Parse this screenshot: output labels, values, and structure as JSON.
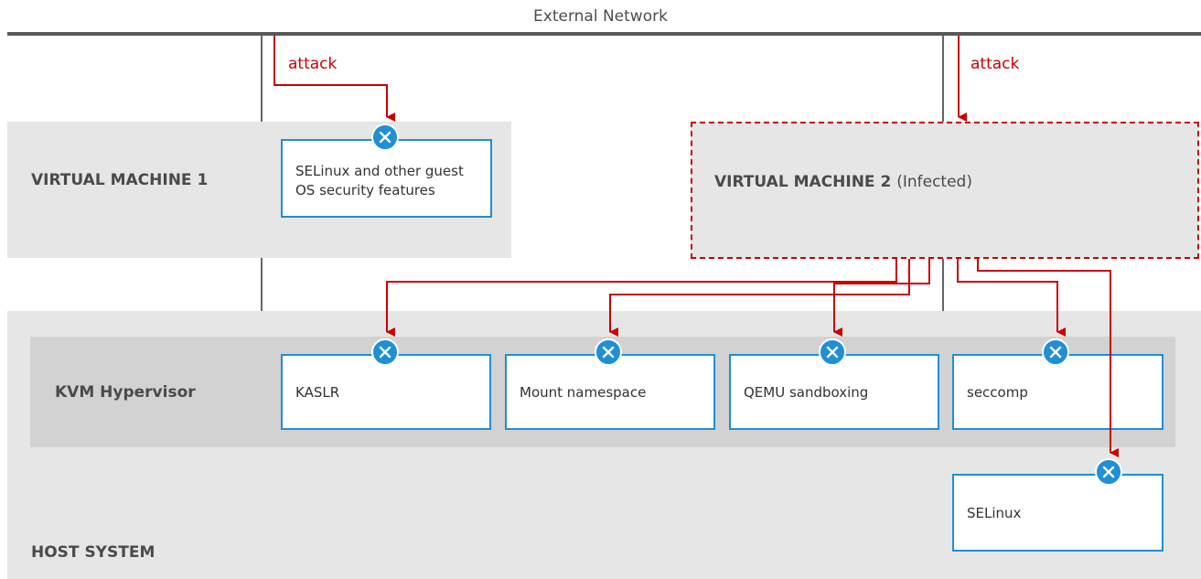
{
  "network": {
    "label": "External Network"
  },
  "attack_label": "attack",
  "vm1": {
    "label": "VIRTUAL MACHINE 1"
  },
  "vm2": {
    "label": "VIRTUAL MACHINE 2",
    "status": "(Infected)"
  },
  "hypervisor": {
    "label": "KVM Hypervisor"
  },
  "host": {
    "label": "HOST SYSTEM"
  },
  "guest_security": {
    "line1": "SELinux and other guest",
    "line2": "OS security features"
  },
  "features": {
    "kaslr": "KASLR",
    "mount_namespace": "Mount namespace",
    "qemu_sandboxing": "QEMU sandboxing",
    "seccomp": "seccomp",
    "selinux": "SELinux"
  },
  "colors": {
    "attack": "#cc0000",
    "feature_border": "#1f8fd6",
    "blocked_badge": "#1f8fd6"
  }
}
